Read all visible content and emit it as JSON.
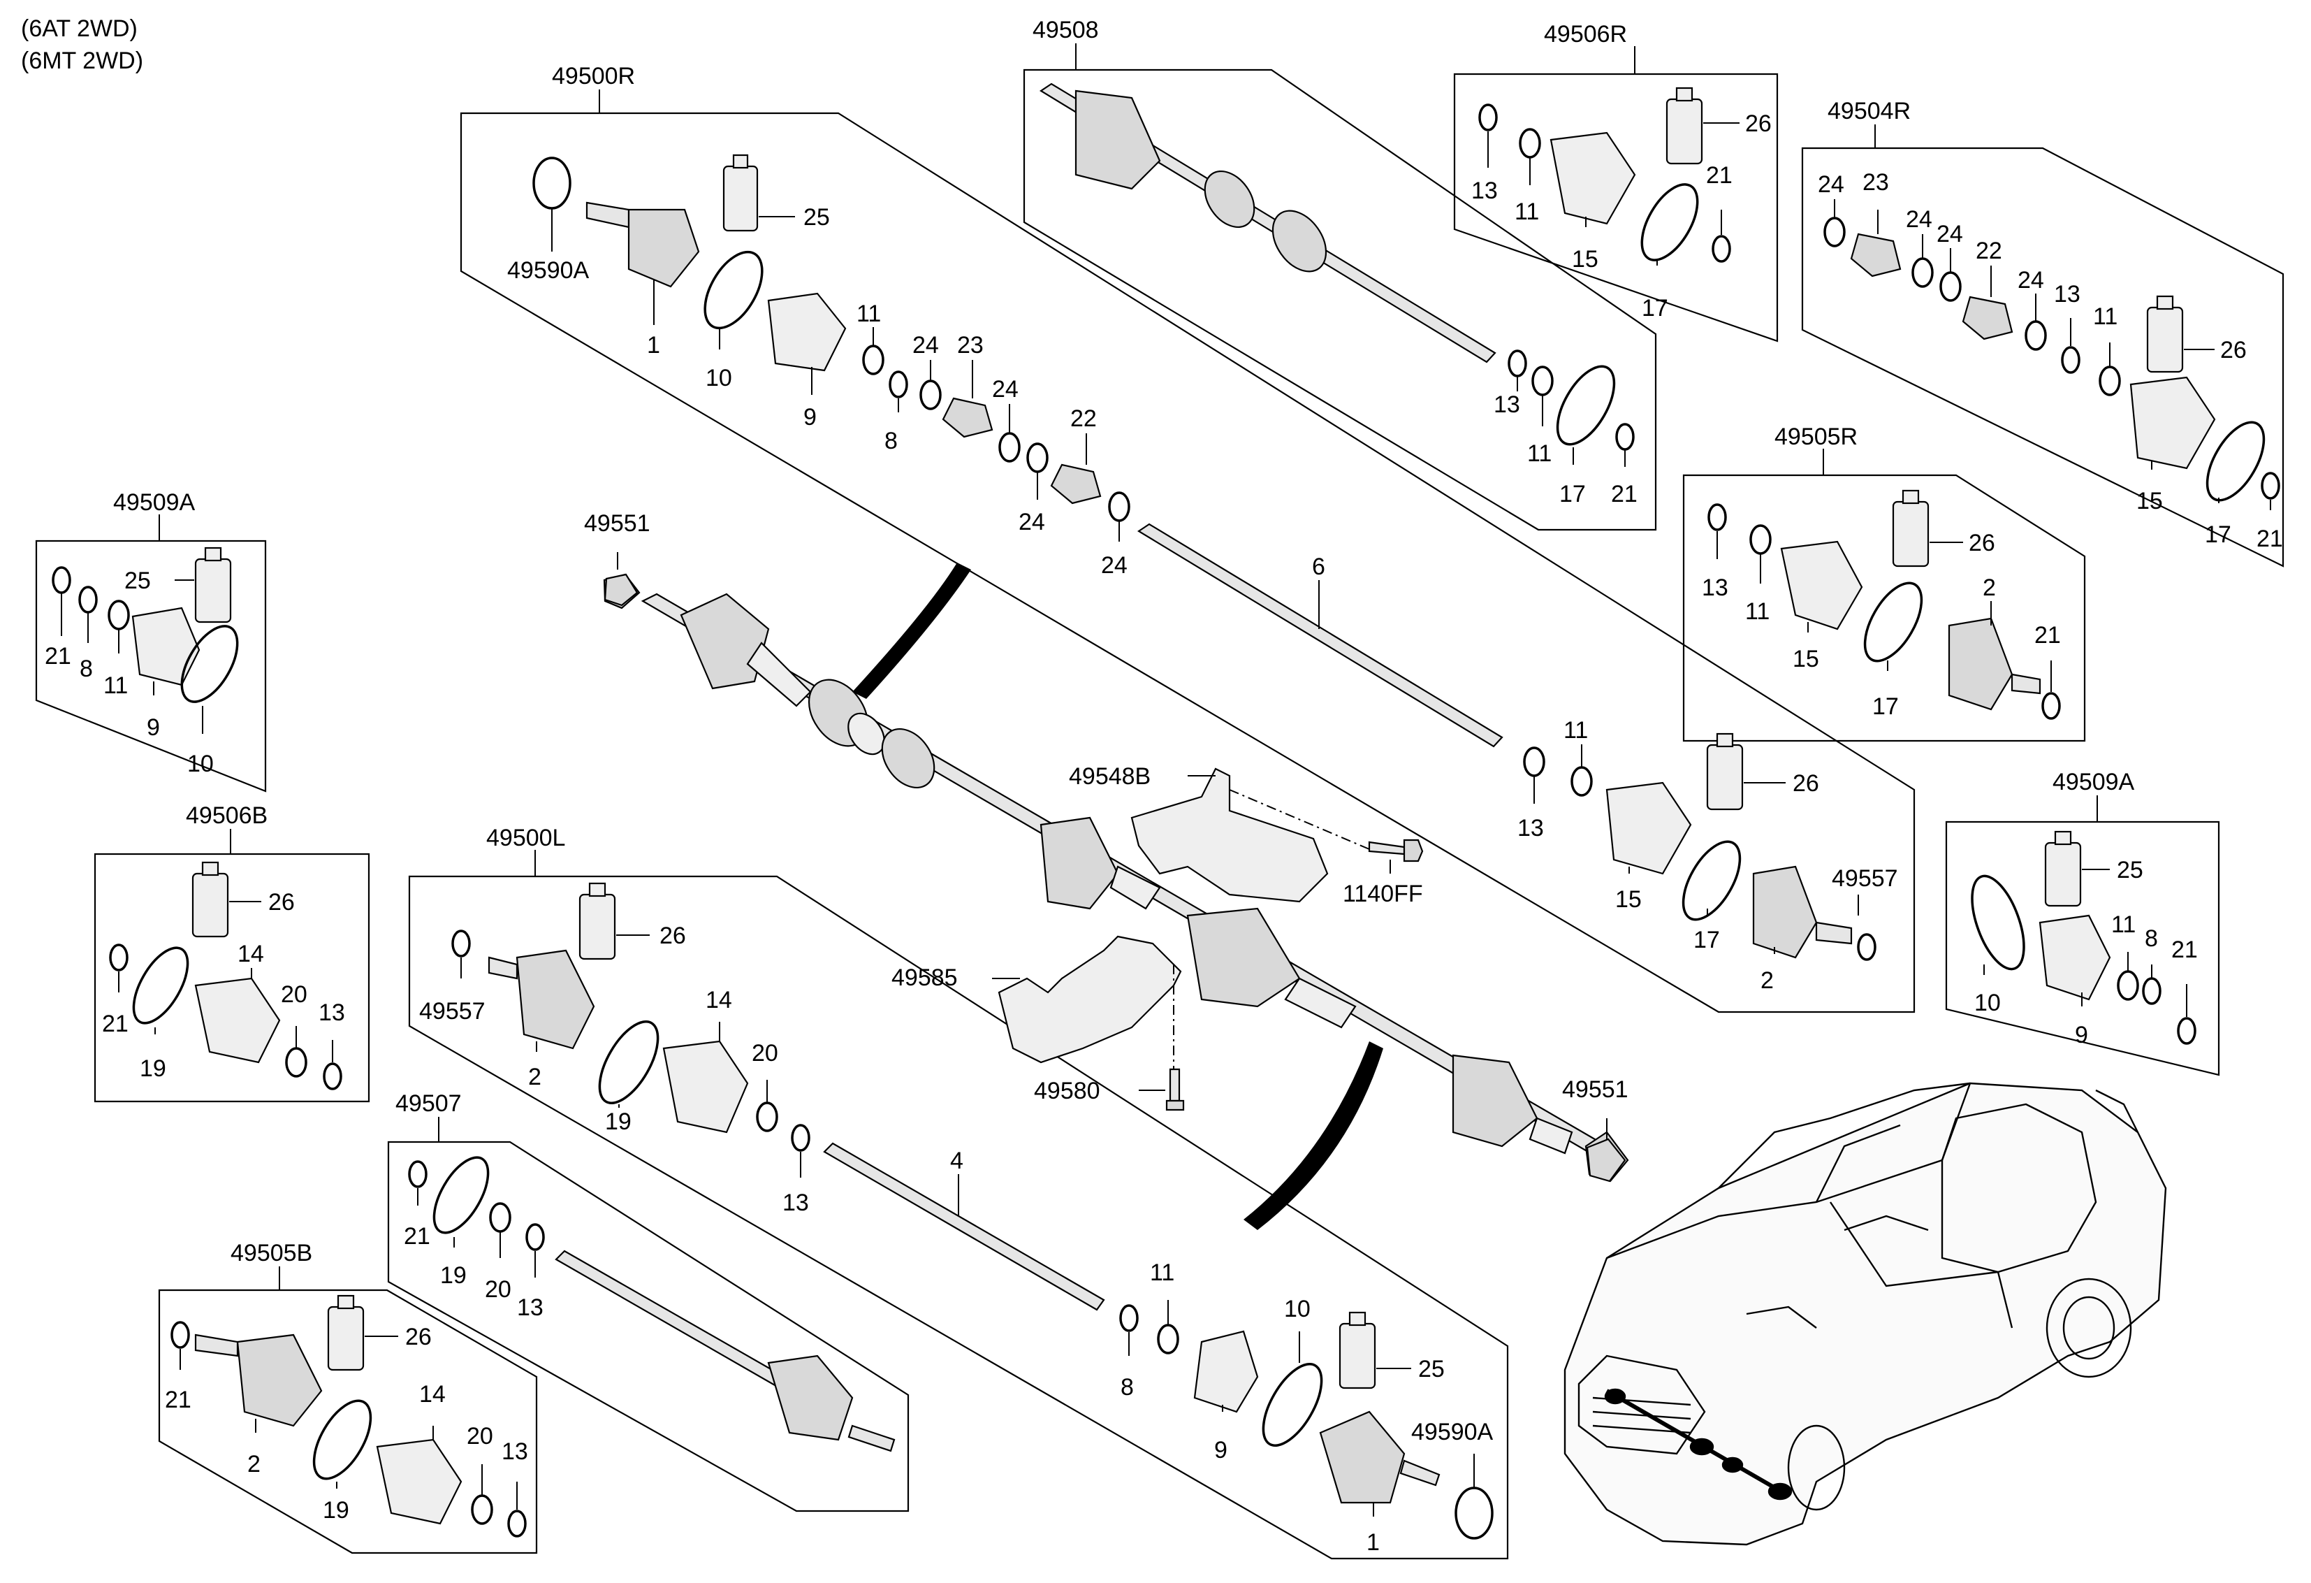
{
  "header": {
    "line1": "(6AT 2WD)",
    "line2": "(6MT 2WD)"
  },
  "groups": {
    "g49500R": "49500R",
    "g49508": "49508",
    "g49506R": "49506R",
    "g49504R": "49504R",
    "g49505R": "49505R",
    "g49509A_left": "49509A",
    "g49509A_right": "49509A",
    "g49506B": "49506B",
    "g49500L": "49500L",
    "g49507": "49507",
    "g49505B": "49505B"
  },
  "parts": {
    "p49590A_top": "49590A",
    "p1_top": "1",
    "p10_top": "10",
    "p9_top": "9",
    "p11_top": "11",
    "p8_top": "8",
    "p24_a": "24",
    "p23_top": "23",
    "p24_b": "24",
    "p22_top": "22",
    "p24_c": "24",
    "p24_d": "24",
    "p25_top": "25",
    "p6": "6",
    "p13_508": "13",
    "p11_508": "11",
    "p17_508": "17",
    "p21_508": "21",
    "p13_506R": "13",
    "p11_506R": "11",
    "p15_506R": "15",
    "p17_506R": "17",
    "p21_506R": "21",
    "p26_506R": "26",
    "p24_504R_a": "24",
    "p23_504R": "23",
    "p24_504R_b": "24",
    "p24_504R_c": "24",
    "p22_504R": "22",
    "p24_504R_d": "24",
    "p13_504R": "13",
    "p11_504R": "11",
    "p26_504R": "26",
    "p15_504R": "15",
    "p17_504R": "17",
    "p21_504R": "21",
    "p13_505R": "13",
    "p11_505R": "11",
    "p15_505R": "15",
    "p26_505R": "26",
    "p2_505R": "2",
    "p17_505R": "17",
    "p21_505R": "21",
    "p49551_top": "49551",
    "p13_mid": "13",
    "p11_mid": "11",
    "p15_mid": "15",
    "p26_mid": "26",
    "p17_mid": "17",
    "p49557_right": "49557",
    "p2_mid": "2",
    "p49548B": "49548B",
    "p1140FF": "1140FF",
    "p49585": "49585",
    "p49580": "49580",
    "p49551_bot": "49551",
    "p21_509L": "21",
    "p8_509L": "8",
    "p11_509L": "11",
    "p25_509L": "25",
    "p9_509L": "9",
    "p10_509L": "10",
    "p25_509R": "25",
    "p10_509R": "10",
    "p11_509R": "11",
    "p8_509R": "8",
    "p21_509R": "21",
    "p9_509R": "9",
    "p26_506B": "26",
    "p21_506B": "21",
    "p19_506B": "19",
    "p14_506B": "14",
    "p20_506B": "20",
    "p13_506B": "13",
    "p49557_left": "49557",
    "p26_500L": "26",
    "p2_500L": "2",
    "p19_500L": "19",
    "p14_500L": "14",
    "p20_500L": "20",
    "p13_500L": "13",
    "p4": "4",
    "p11_500L": "11",
    "p8_500L": "8",
    "p9_500L": "9",
    "p10_500L": "10",
    "p25_500L": "25",
    "p49590A_bot": "49590A",
    "p1_bot": "1",
    "p21_507": "21",
    "p19_507": "19",
    "p20_507": "20",
    "p13_507": "13",
    "p21_505B": "21",
    "p26_505B": "26",
    "p2_505B": "2",
    "p19_505B": "19",
    "p14_505B": "14",
    "p20_505B": "20",
    "p13_505B": "13"
  }
}
